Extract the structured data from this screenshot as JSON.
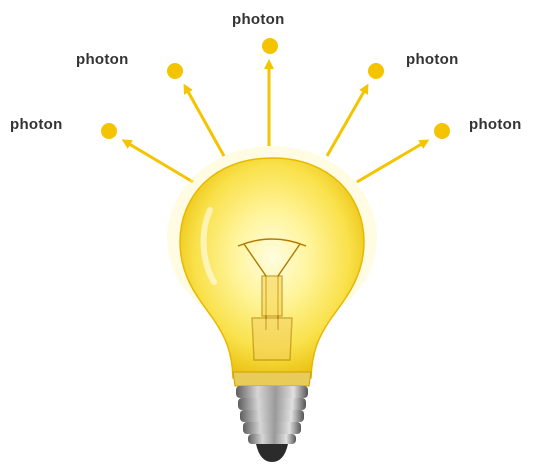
{
  "photons": [
    {
      "label": "photon"
    },
    {
      "label": "photon"
    },
    {
      "label": "photon"
    },
    {
      "label": "photon"
    },
    {
      "label": "photon"
    }
  ],
  "colors": {
    "photon": "#F5C400",
    "arrow": "#F5C400",
    "label": "#333333",
    "bulb_glow": "#FFF27A",
    "bulb_edge": "#E8B800",
    "base": "#9A9A9A"
  },
  "icons": [
    "light-bulb-icon",
    "photon-dot-icon",
    "arrow-icon"
  ]
}
